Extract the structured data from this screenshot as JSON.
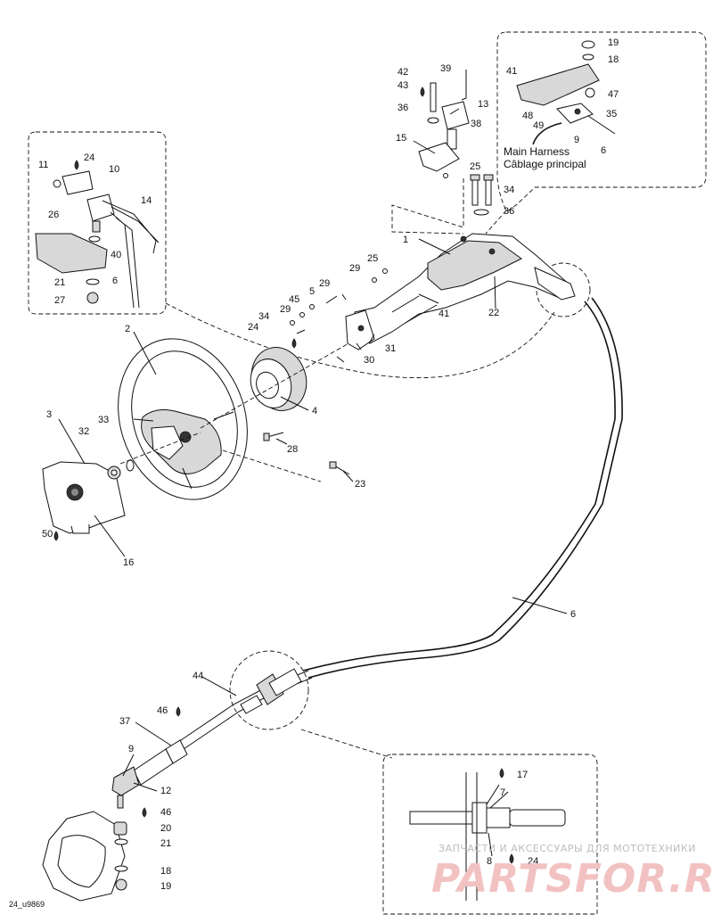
{
  "diagram": {
    "callouts": {
      "c1": "1",
      "c2": "2",
      "c3": "3",
      "c4": "4",
      "c5": "5",
      "c6": "6",
      "c7": "7",
      "c8": "8",
      "c9": "9",
      "c10": "10",
      "c11": "11",
      "c12": "12",
      "c13": "13",
      "c14": "14",
      "c15": "15",
      "c16": "16",
      "c17": "17",
      "c18": "18",
      "c19": "19",
      "c20": "20",
      "c21": "21",
      "c22": "22",
      "c23": "23",
      "c24": "24",
      "c25": "25",
      "c26": "26",
      "c27": "27",
      "c28": "28",
      "c29": "29",
      "c30": "30",
      "c31": "31",
      "c32": "32",
      "c33": "33",
      "c34": "34",
      "c35": "35",
      "c36": "36",
      "c37": "37",
      "c38": "38",
      "c39": "39",
      "c40": "40",
      "c41": "41",
      "c42": "42",
      "c43": "43",
      "c44": "44",
      "c45": "45",
      "c46": "46",
      "c47": "47",
      "c48": "48",
      "c49": "49",
      "c50": "50"
    },
    "harness_label_en": "Main Harness",
    "harness_label_fr": "Câblage principal",
    "drawing_code": "24_u9869"
  },
  "watermark": {
    "line1": "ЗАПЧАСТИ И АКСЕССУАРЫ ДЛЯ МОТОТЕХНИКИ",
    "line2": "PARTSFOR.RU"
  },
  "icons": [
    "grease-drop-icon",
    "loctite-drop-icon"
  ]
}
